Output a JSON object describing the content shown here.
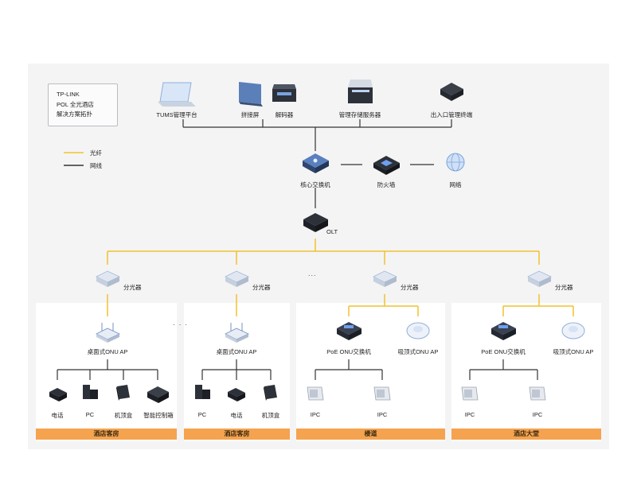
{
  "title": {
    "line1": "TP-LINK",
    "line2": "POL 全光酒店",
    "line3": "解决方案拓扑"
  },
  "legend": {
    "fiber": "光纤",
    "network": "网线",
    "fiber_color": "#f2c12e",
    "network_color": "#333333"
  },
  "top_devices": {
    "tums": "TUMS管理平台",
    "splice": "拼接屏",
    "decoder": "解码器",
    "storage": "管理存储服务器",
    "gate": "出入口管理终端"
  },
  "core": {
    "switch": "核心交换机",
    "firewall": "防火墙",
    "internet": "网络",
    "olt": "OLT"
  },
  "splitter": "分光器",
  "ellipsis": "...",
  "ellipsis2": "· · ·",
  "panels": {
    "p1": {
      "ap": "桌面式ONU AP",
      "items": [
        "电话",
        "PC",
        "机顶盒",
        "智能控制箱"
      ],
      "zone": "酒店客房"
    },
    "p2": {
      "ap": "桌面式ONU AP",
      "items": [
        "PC",
        "电话",
        "机顶盒"
      ],
      "zone": "酒店客房"
    },
    "p3": {
      "sw": "PoE ONU交换机",
      "ap": "吸顶式ONU AP",
      "items": [
        "IPC",
        "IPC"
      ],
      "zone": "楼道"
    },
    "p4": {
      "sw": "PoE ONU交换机",
      "ap": "吸顶式ONU AP",
      "items": [
        "IPC",
        "IPC"
      ],
      "zone": "酒店大堂"
    }
  }
}
